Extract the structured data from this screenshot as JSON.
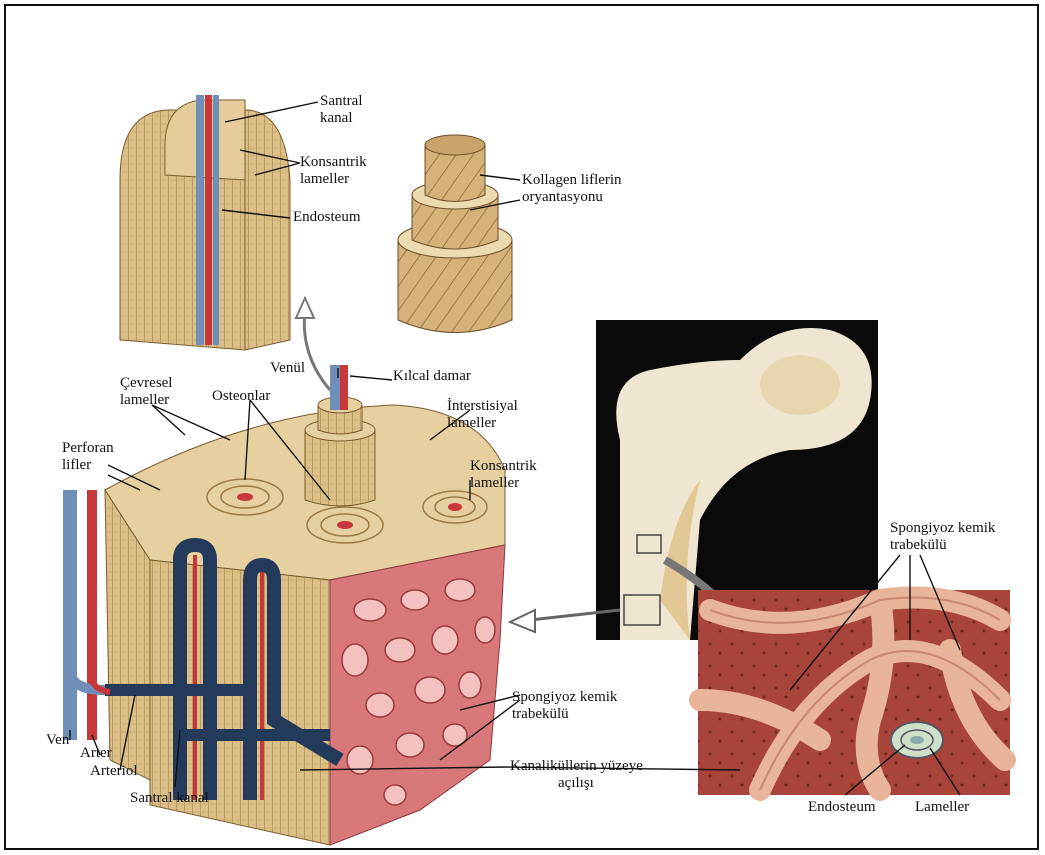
{
  "labels": {
    "santral_kanal_top": [
      "Santral",
      "kanal"
    ],
    "konsantrik_top": [
      "Konsantrik",
      "lameller"
    ],
    "endosteum_top": "Endosteum",
    "kollagen": [
      "Kollagen liflerin",
      "oryantasyonu"
    ],
    "venul": "Venül",
    "kilcal": "Kılcal damar",
    "cevresel": [
      "Çevresel",
      "lameller"
    ],
    "osteonlar": "Osteonlar",
    "interstisiyal": [
      "İnterstisiyal",
      "lameller"
    ],
    "perforan": [
      "Perforan",
      "lifler"
    ],
    "konsantrik_mid": [
      "Konsantrik",
      "lameller"
    ],
    "spongiyoz_right": [
      "Spongiyoz kemik",
      "trabekülü"
    ],
    "spongiyoz_mid": [
      "Spongiyoz kemik",
      "trabekülü"
    ],
    "kanalikul": [
      "Kanaliküllerin yüzeye",
      "açılışı"
    ],
    "ven": "Ven",
    "arter": "Arter",
    "arteriol": "Arteriol",
    "santral_kanal_bottom": "Santral kanal",
    "endosteum_bottom": "Endosteum",
    "lameller_bottom": "Lameller"
  },
  "colors": {
    "bone": "#d9bb82",
    "bone_dark": "#a9864e",
    "spongy": "#d9787a",
    "vein": "#6f8fb8",
    "artery": "#c8383a",
    "photo_bg": "#0a0a0a",
    "femur": "#efe6d2",
    "micro": "#b55a4a"
  }
}
